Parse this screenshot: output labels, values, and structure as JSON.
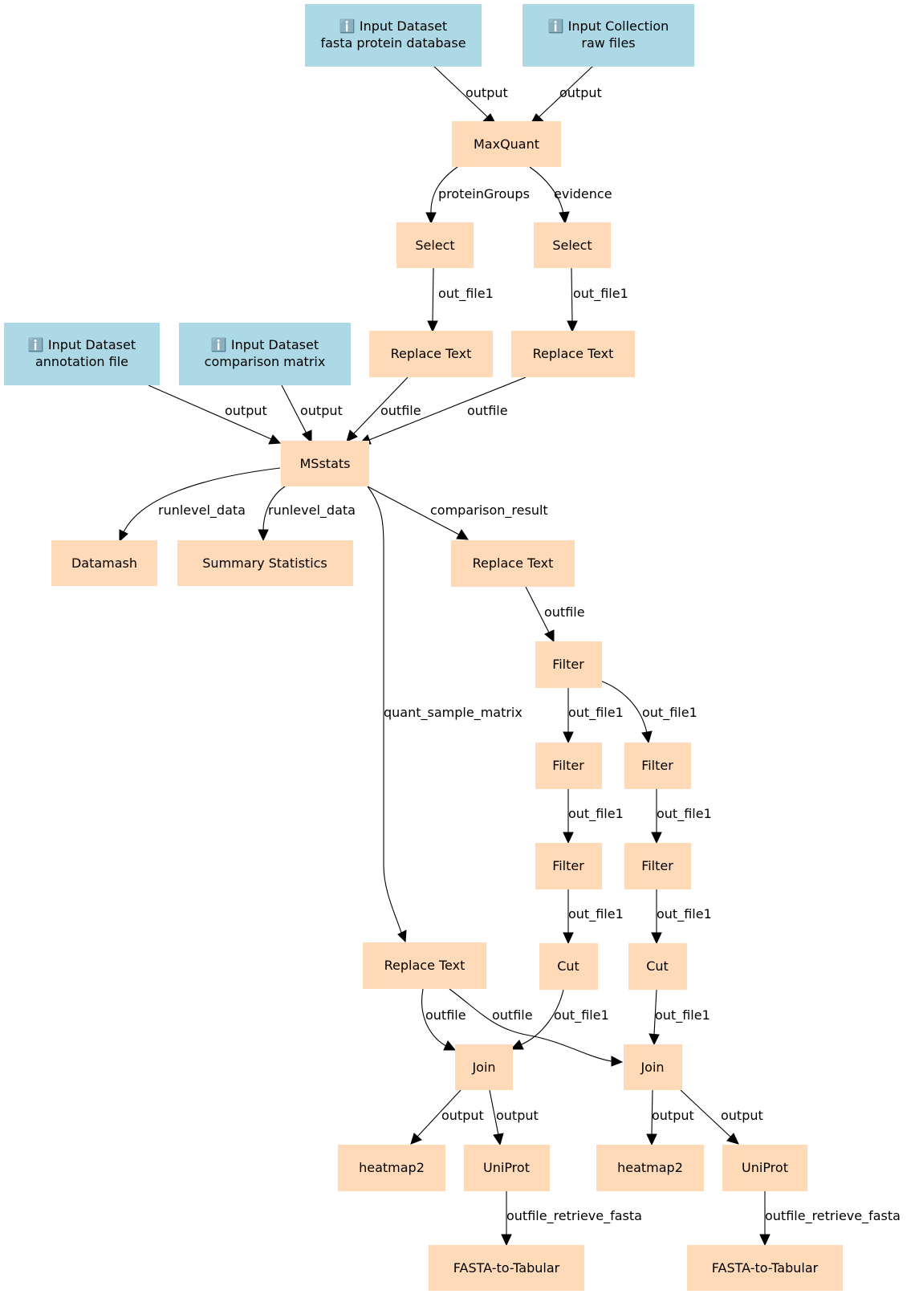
{
  "nodes": {
    "input_fasta": {
      "line1": "ℹ️ Input Dataset",
      "line2": "fasta protein database"
    },
    "input_raw": {
      "line1": "ℹ️ Input Collection",
      "line2": "raw files"
    },
    "input_annotation": {
      "line1": "ℹ️ Input Dataset",
      "line2": "annotation file"
    },
    "input_comparison": {
      "line1": "ℹ️ Input Dataset",
      "line2": "comparison matrix"
    },
    "maxquant": "MaxQuant",
    "select1": "Select",
    "select2": "Select",
    "replace1": "Replace Text",
    "replace2": "Replace Text",
    "msstats": "MSstats",
    "datamash": "Datamash",
    "summary": "Summary Statistics",
    "replace3": "Replace Text",
    "filter1": "Filter",
    "filter2": "Filter",
    "filter3": "Filter",
    "filter4": "Filter",
    "filter5": "Filter",
    "replace4": "Replace Text",
    "cut1": "Cut",
    "cut2": "Cut",
    "join1": "Join",
    "join2": "Join",
    "heatmap1": "heatmap2",
    "uniprot1": "UniProt",
    "heatmap2": "heatmap2",
    "uniprot2": "UniProt",
    "fasta1": "FASTA-to-Tabular",
    "fasta2": "FASTA-to-Tabular"
  },
  "edges": {
    "e1": "output",
    "e2": "output",
    "e3": "proteinGroups",
    "e4": "evidence",
    "e5": "out_file1",
    "e6": "out_file1",
    "e7": "output",
    "e8": "output",
    "e9": "outfile",
    "e10": "outfile",
    "e11": "runlevel_data",
    "e12": "runlevel_data",
    "e13": "comparison_result",
    "e14": "quant_sample_matrix",
    "e15": "outfile",
    "e16": "out_file1",
    "e17": "out_file1",
    "e18": "out_file1",
    "e19": "out_file1",
    "e20": "out_file1",
    "e21": "out_file1",
    "e22": "outfile",
    "e23": "outfile",
    "e24": "out_file1",
    "e25": "out_file1",
    "e26": "output",
    "e27": "output",
    "e28": "output",
    "e29": "output",
    "e30": "outfile_retrieve_fasta",
    "e31": "outfile_retrieve_fasta"
  }
}
